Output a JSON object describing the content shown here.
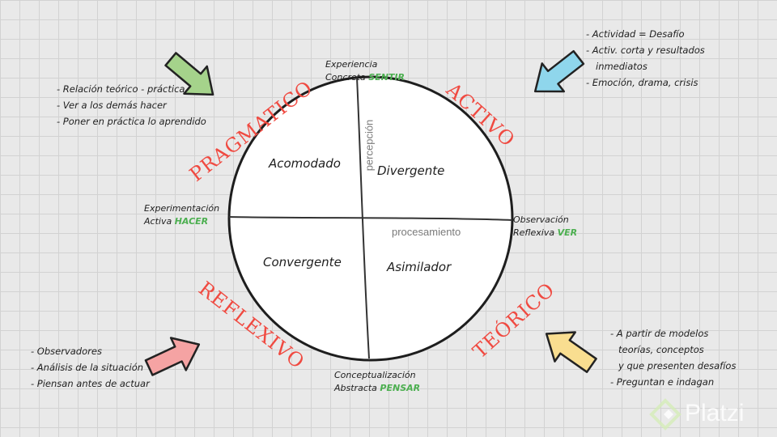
{
  "quadrants": {
    "top_left": "Acomodado",
    "top_right": "Divergente",
    "bottom_left": "Convergente",
    "bottom_right": "Asimilador"
  },
  "axes": {
    "vertical": "percepción",
    "horizontal": "procesamiento"
  },
  "poles": {
    "top": {
      "line1": "Experiencia",
      "line2": "Concreta",
      "verb": "SENTIR"
    },
    "left": {
      "line1": "Experimentación",
      "line2": "Activa",
      "verb": "HACER"
    },
    "right": {
      "line1": "Observación",
      "line2": "Reflexiva",
      "verb": "VER"
    },
    "bottom": {
      "line1": "Conceptualización",
      "line2": "Abstracta",
      "verb": "PENSAR"
    }
  },
  "styles": {
    "pragmatico": "PRAGMATICO",
    "activo": "ACTIVO",
    "reflexivo": "REFLEXIVO",
    "teorico": "TEÓRICO"
  },
  "notes": {
    "pragmatico": [
      "- Relación teórico - práctica",
      "- Ver a los demás hacer",
      "- Poner en práctica lo aprendido"
    ],
    "activo": [
      "- Actividad = Desafío",
      "- Activ. corta y resultados",
      "inmediatos",
      "- Emoción, drama, crisis"
    ],
    "reflexivo": [
      "- Observadores",
      "- Análisis de la situación",
      "- Piensan antes de actuar"
    ],
    "teorico": [
      "- A partir de modelos",
      "teorías, conceptos",
      "y que presenten desafíos",
      "- Preguntan e indagan"
    ]
  },
  "arrow_colors": {
    "green": "#a5d38b",
    "blue": "#8fd6ec",
    "red": "#f5a3a3",
    "yellow": "#f9de90"
  },
  "brand": "Platzi"
}
